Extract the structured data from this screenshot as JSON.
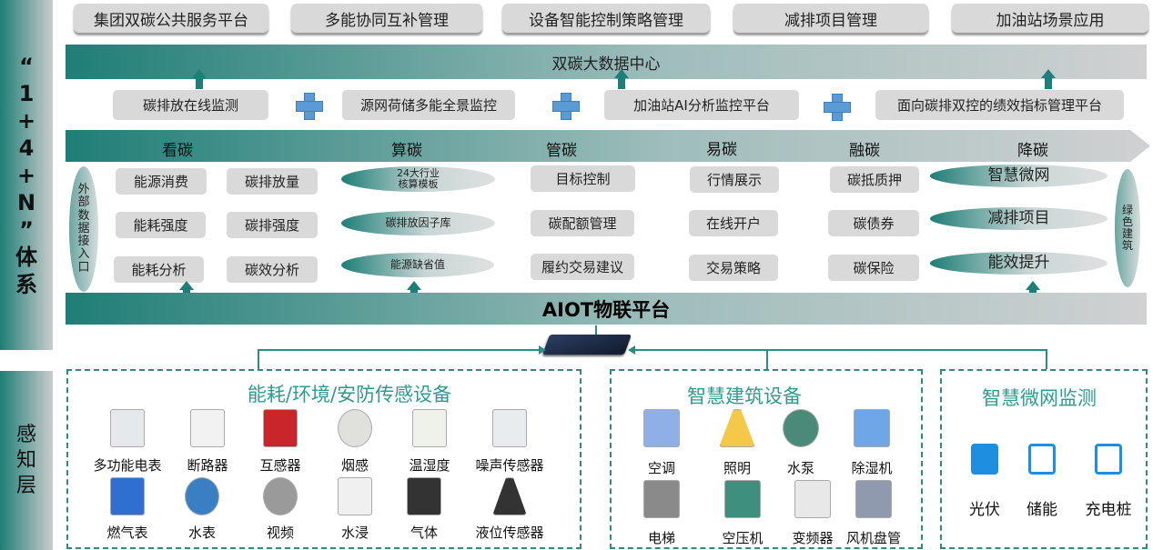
{
  "system_label": [
    "“",
    "1",
    "+",
    "4",
    "+",
    "N",
    "”",
    "体",
    "系"
  ],
  "perception_label": [
    "感",
    "知",
    "层"
  ],
  "top_apps": [
    "集团双碳公共服务平台",
    "多能协同互补管理",
    "设备智能控制策略管理",
    "减排项目管理",
    "加油站场景应用"
  ],
  "data_center": "双碳大数据中心",
  "platforms": [
    "碳排放在线监测",
    "源网荷储多能全景监控",
    "加油站AI分析监控平台",
    "面向碳排双控的绩效指标管理平台"
  ],
  "stages": [
    "看碳",
    "算碳",
    "管碳",
    "易碳",
    "融碳",
    "降碳"
  ],
  "external_input": [
    "外",
    "部",
    "数",
    "据",
    "接",
    "入",
    "口"
  ],
  "green_building": [
    "绿",
    "色",
    "建",
    "筑"
  ],
  "grid": {
    "col1": [
      "能源消费",
      "能耗强度",
      "能耗分析"
    ],
    "col2": [
      "碳排放量",
      "碳排强度",
      "碳效分析"
    ],
    "col3": [
      "24大行业\n核算模板",
      "碳排放因子库",
      "能源缺省值"
    ],
    "col4": [
      "目标控制",
      "碳配额管理",
      "履约交易建议"
    ],
    "col5": [
      "行情展示",
      "在线开户",
      "交易策略"
    ],
    "col6": [
      "碳抵质押",
      "碳债券",
      "碳保险"
    ],
    "col7": [
      "智慧微网",
      "减排项目",
      "能效提升"
    ]
  },
  "aiot": "AIOT物联平台",
  "groups": {
    "sensors": {
      "title": "能耗/环境/安防传感设备",
      "items": [
        "多功能电表",
        "断路器",
        "互感器",
        "烟感",
        "温湿度",
        "噪声传感器",
        "燃气表",
        "水表",
        "视频",
        "水浸",
        "气体",
        "液位传感器"
      ]
    },
    "building": {
      "title": "智慧建筑设备",
      "items": [
        "空调",
        "照明",
        "水泵",
        "除湿机",
        "电梯",
        "空压机",
        "变频器",
        "风机盘管"
      ]
    },
    "microgrid": {
      "title": "智慧微网监测",
      "items": [
        "光伏",
        "储能",
        "充电桩"
      ]
    }
  }
}
